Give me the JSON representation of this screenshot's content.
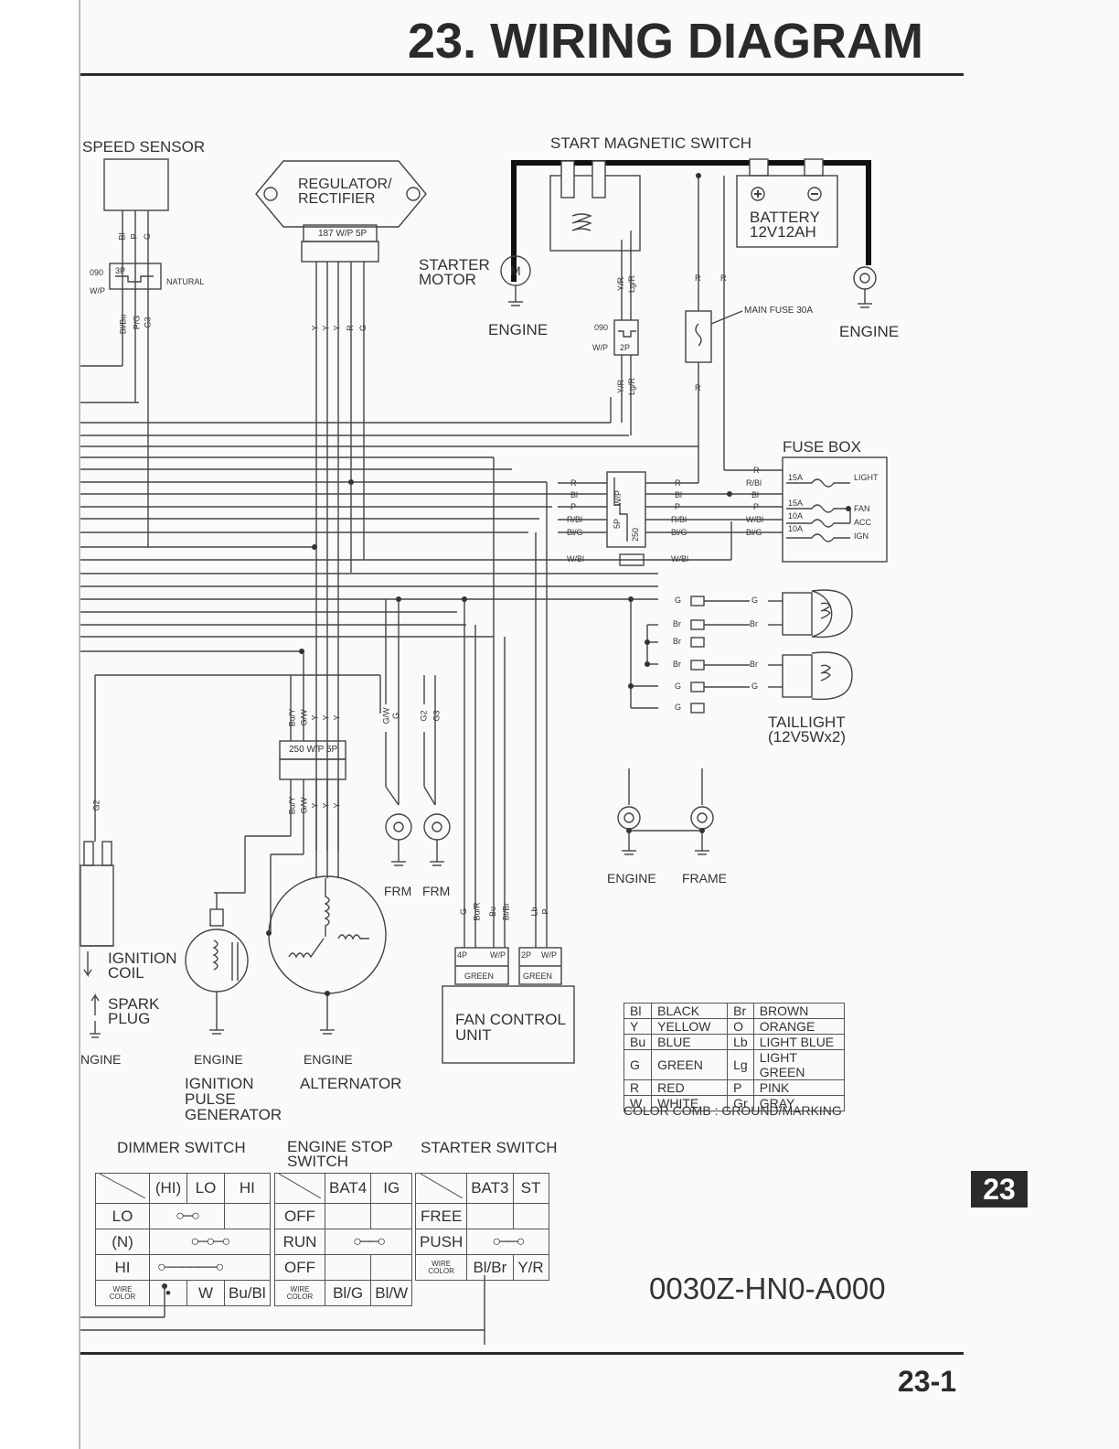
{
  "header": {
    "title": "23. WIRING DIAGRAM"
  },
  "components": {
    "speed_sensor": "SPEED SENSOR",
    "regulator": "REGULATOR/\nRECTIFIER",
    "regulator_conn": "187 W/P 5P",
    "start_magnetic_switch": "START MAGNETIC SWITCH",
    "starter_motor": "STARTER\nMOTOR",
    "motor_symbol": "M",
    "battery": "BATTERY\n12V12AH",
    "engine": "ENGINE",
    "engine_cut": "NGINE",
    "main_fuse": "MAIN FUSE 30A",
    "fuse_box": "FUSE BOX",
    "taillight": "TAILLIGHT\n(12V5Wx2)",
    "frame": "FRAME",
    "frm": "FRM",
    "ignition_coil": "IGNITION\nCOIL",
    "spark_plug": "SPARK\nPLUG",
    "ignition_pulse_generator": "IGNITION\nPULSE\nGENERATOR",
    "alternator": "ALTERNATOR",
    "fan_control_unit": "FAN CONTROL\nUNIT",
    "alt_conn": "250 W/P 5P",
    "green": "GREEN",
    "natural": "NATURAL"
  },
  "connectors": {
    "speed_090": "090",
    "speed_3p": "3P",
    "speed_wp": "W/P",
    "start_090": "090",
    "start_2p": "2P",
    "start_wp": "W/P",
    "mid_5p": "5P",
    "mid_wp": "W/P",
    "mid_250": "250",
    "fan_4p": "4P",
    "fan_wp": "W/P",
    "fan_2p": "2P",
    "fan_wp2": "W/P"
  },
  "wire_labels": {
    "speed_top": [
      "Bl",
      "P",
      "G"
    ],
    "speed_bottom": [
      "Bl/Bu",
      "P/G",
      "G3"
    ],
    "reg": [
      "Y",
      "Y",
      "Y",
      "R",
      "G"
    ],
    "start_top": [
      "Y/R",
      "Lg/R"
    ],
    "start_bottom": [
      "Y/R",
      "Lg/R"
    ],
    "main_r": [
      "R",
      "R",
      "R"
    ],
    "mid_left": [
      "R",
      "Bl",
      "P",
      "R/Bl",
      "Bl/G",
      "W/Bl"
    ],
    "mid_right": [
      "R",
      "Bl",
      "P",
      "R/Bl",
      "Bl/G",
      "W/Bl"
    ],
    "fusebox_in": [
      "R",
      "R/Bl",
      "Bl",
      "P",
      "W/Bl",
      "Bl/G"
    ],
    "fuses": [
      "15A",
      "15A",
      "10A",
      "10A"
    ],
    "fuse_outputs": [
      "LIGHT",
      "FAN",
      "ACC",
      "IGN"
    ],
    "tail_left": [
      "G",
      "Br",
      "Br",
      "Br",
      "G",
      "G"
    ],
    "tail_right": [
      "G",
      "Br",
      "Br",
      "G"
    ],
    "alt_top": [
      "Bu/Y",
      "G/W",
      "Y",
      "Y",
      "Y"
    ],
    "alt_bottom": [
      "Bu/Y",
      "G/W",
      "Y",
      "Y",
      "Y"
    ],
    "frm1": [
      "G/W",
      "G"
    ],
    "frm2": [
      "G2",
      "G3"
    ],
    "g2": "G2",
    "fan4": [
      "G",
      "Bu/R",
      "Bu",
      "Bl/Br"
    ],
    "fan2": [
      "Lb",
      "P"
    ]
  },
  "color_table": {
    "rows": [
      [
        "Bl",
        "BLACK",
        "Br",
        "BROWN"
      ],
      [
        "Y",
        "YELLOW",
        "O",
        "ORANGE"
      ],
      [
        "Bu",
        "BLUE",
        "Lb",
        "LIGHT BLUE"
      ],
      [
        "G",
        "GREEN",
        "Lg",
        "LIGHT GREEN"
      ],
      [
        "R",
        "RED",
        "P",
        "PINK"
      ],
      [
        "W",
        "WHITE",
        "Gr",
        "GRAY"
      ]
    ],
    "note": "COLOR COMB : GROUND/MARKING"
  },
  "switches": {
    "dimmer": {
      "title": "DIMMER SWITCH",
      "cols": [
        "(HI)",
        "LO",
        "HI"
      ],
      "rows": [
        "LO",
        "(N)",
        "HI"
      ],
      "wire": [
        "W",
        "Bu/Bl"
      ]
    },
    "engine_stop": {
      "title": "ENGINE STOP\nSWITCH",
      "cols": [
        "BAT4",
        "IG"
      ],
      "rows": [
        "OFF",
        "RUN",
        "OFF"
      ],
      "wire": [
        "Bl/G",
        "Bl/W"
      ]
    },
    "starter": {
      "title": "STARTER SWITCH",
      "cols": [
        "BAT3",
        "ST"
      ],
      "rows": [
        "FREE",
        "PUSH"
      ],
      "wire": [
        "Bl/Br",
        "Y/R"
      ]
    },
    "wire_color": "WIRE\nCOLOR"
  },
  "footer": {
    "part_number": "0030Z-HN0-A000",
    "page_number": "23-1",
    "chapter": "23"
  }
}
